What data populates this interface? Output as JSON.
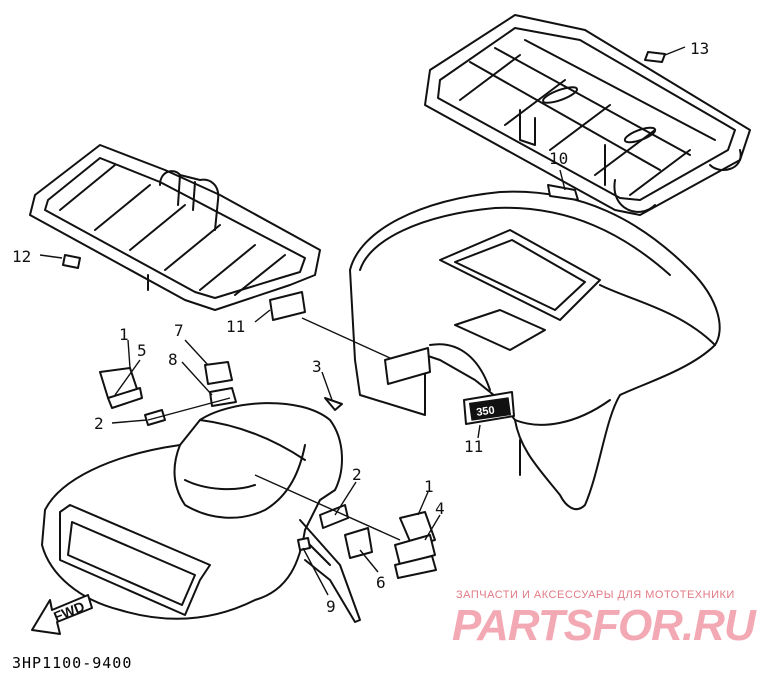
{
  "diagram": {
    "callouts": [
      {
        "id": "c1a",
        "label": "1"
      },
      {
        "id": "c5",
        "label": "5"
      },
      {
        "id": "c7",
        "label": "7"
      },
      {
        "id": "c8",
        "label": "8"
      },
      {
        "id": "c2a",
        "label": "2"
      },
      {
        "id": "c3",
        "label": "3"
      },
      {
        "id": "c2b",
        "label": "2"
      },
      {
        "id": "c1b",
        "label": "1"
      },
      {
        "id": "c4",
        "label": "4"
      },
      {
        "id": "c6",
        "label": "6"
      },
      {
        "id": "c9",
        "label": "9"
      },
      {
        "id": "c11a",
        "label": "11"
      },
      {
        "id": "c11b",
        "label": "11"
      },
      {
        "id": "c10",
        "label": "10"
      },
      {
        "id": "c12",
        "label": "12"
      },
      {
        "id": "c13",
        "label": "13"
      }
    ],
    "fwd_label": "FWD",
    "decal_350": "350",
    "drawing_code": "3HP1100-9400"
  },
  "watermark": {
    "tagline": "ЗАПЧАСТИ И АКСЕССУАРЫ ДЛЯ МОТОТЕХНИКИ",
    "logo": "PARTSFOR.RU"
  }
}
